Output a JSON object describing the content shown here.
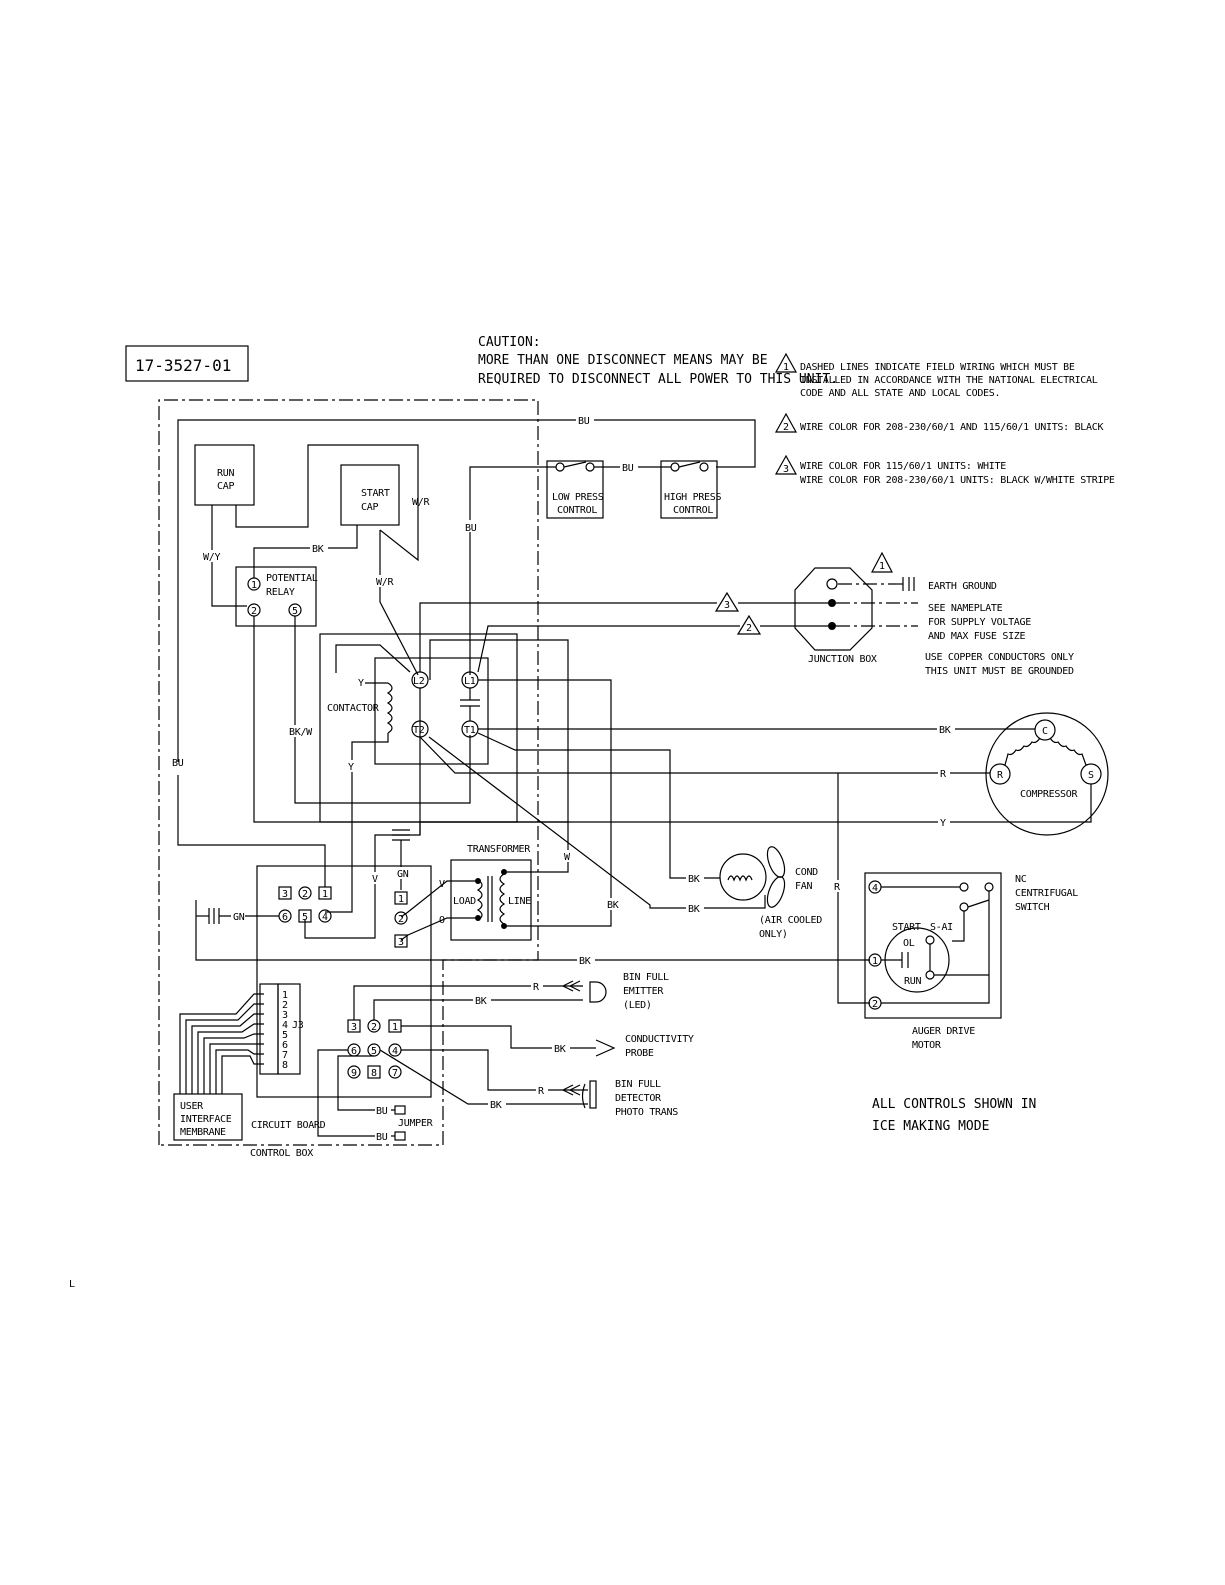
{
  "drawing_number": "17-3527-01",
  "caution": {
    "title": "CAUTION:",
    "line1": "MORE THAN ONE DISCONNECT MEANS MAY BE",
    "line2": "REQUIRED TO DISCONNECT ALL POWER TO THIS UNIT."
  },
  "notes": {
    "n1_num": "1",
    "n1_l1": "DASHED LINES INDICATE FIELD WIRING WHICH MUST BE",
    "n1_l2": "INSTALLED IN ACCORDANCE WITH THE NATIONAL ELECTRICAL",
    "n1_l3": "CODE AND ALL STATE AND LOCAL CODES.",
    "n2_num": "2",
    "n2_l1": "WIRE COLOR FOR 208-230/60/1 AND 115/60/1 UNITS: BLACK",
    "n3_num": "3",
    "n3_l1": "WIRE COLOR FOR 115/60/1 UNITS: WHITE",
    "n3_l2": "WIRE COLOR FOR 208-230/60/1 UNITS: BLACK W/WHITE STRIPE"
  },
  "components": {
    "run_cap_l1": "RUN",
    "run_cap_l2": "CAP",
    "start_cap_l1": "START",
    "start_cap_l2": "CAP",
    "potential_relay_l1": "POTENTIAL",
    "potential_relay_l2": "RELAY",
    "low_press_l1": "LOW PRESS",
    "low_press_l2": "CONTROL",
    "high_press_l1": "HIGH PRESS",
    "high_press_l2": "CONTROL",
    "contactor": "CONTACTOR",
    "transformer": "TRANSFORMER",
    "load": "LOAD",
    "line": "LINE",
    "junction_box": "JUNCTION BOX",
    "earth_ground": "EARTH GROUND",
    "nameplate_l1": "SEE NAMEPLATE",
    "nameplate_l2": "FOR SUPPLY VOLTAGE",
    "nameplate_l3": "AND MAX FUSE SIZE",
    "copper_l1": "USE COPPER CONDUCTORS ONLY",
    "copper_l2": "THIS UNIT MUST BE GROUNDED",
    "compressor": "COMPRESSOR",
    "comp_c": "C",
    "comp_r": "R",
    "comp_s": "S",
    "cond_fan_l1": "COND",
    "cond_fan_l2": "FAN",
    "air_cooled_l1": "(AIR COOLED",
    "air_cooled_l2": "ONLY)",
    "nc_switch_l1": "NC",
    "nc_switch_l2": "CENTRIFUGAL",
    "nc_switch_l3": "SWITCH",
    "start": "START",
    "s_ai": "S-AI",
    "ol": "OL",
    "run": "RUN",
    "auger_l1": "AUGER DRIVE",
    "auger_l2": "MOTOR",
    "bin_emitter_l1": "BIN FULL",
    "bin_emitter_l2": "EMITTER",
    "bin_emitter_l3": "(LED)",
    "conductivity_l1": "CONDUCTIVITY",
    "conductivity_l2": "PROBE",
    "bin_detector_l1": "BIN FULL",
    "bin_detector_l2": "DETECTOR",
    "bin_detector_l3": "PHOTO TRANS",
    "jumper": "JUMPER",
    "circuit_board": "CIRCUIT BOARD",
    "control_box": "CONTROL BOX",
    "ui_l1": "USER",
    "ui_l2": "INTERFACE",
    "ui_l3": "MEMBRANE",
    "j3": "J3",
    "all_controls_l1": "ALL CONTROLS SHOWN IN",
    "all_controls_l2": "ICE MAKING MODE"
  },
  "terminals": {
    "l2": "L2",
    "l1": "L1",
    "t2": "T2",
    "t1": "T1",
    "one": "1",
    "two": "2",
    "three": "3",
    "four": "4",
    "five": "5",
    "six": "6",
    "seven": "7",
    "eight": "8",
    "nine": "9",
    "j3_pins": [
      "1",
      "2",
      "3",
      "4",
      "5",
      "6",
      "7",
      "8"
    ]
  },
  "wires": {
    "bu": "BU",
    "bk": "BK",
    "w": "W",
    "y": "Y",
    "r": "R",
    "gn": "GN",
    "v": "V",
    "o": "O",
    "wy": "W/Y",
    "wr": "W/R",
    "bkw": "BK/W"
  },
  "corner_mark": "L"
}
